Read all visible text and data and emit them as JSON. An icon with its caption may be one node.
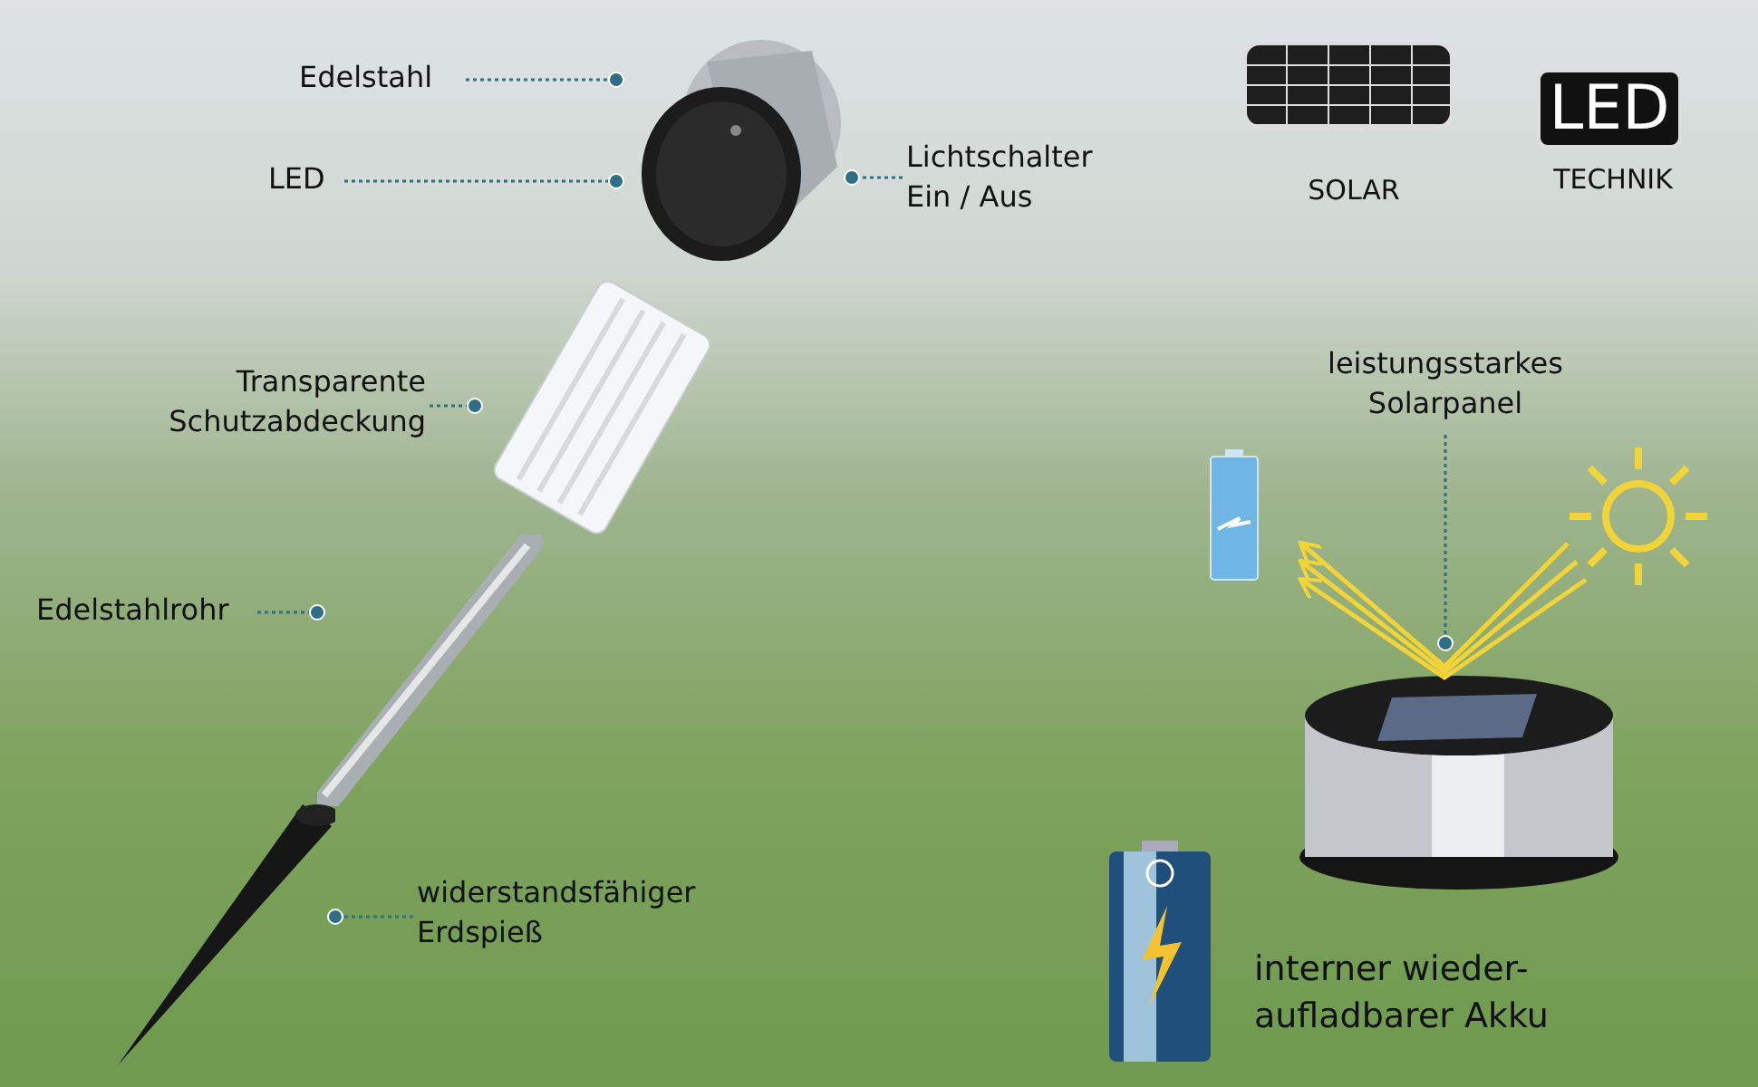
{
  "diagram": {
    "nodes": [
      {
        "text": [
          "Edelstahl"
        ]
      },
      {
        "text": [
          "LED"
        ]
      },
      {
        "text": [
          "Lichtschalter Ein / Aus"
        ]
      },
      {
        "text": [],
        "shape": "picture"
      },
      {
        "text": [
          "Transparente Schutzabdeckung"
        ]
      },
      {
        "text": [],
        "shape": "picture"
      },
      {
        "text": [
          "Edelstahlrohr"
        ]
      },
      {
        "text": [],
        "shape": "picture"
      },
      {
        "text": [
          "widerstandsfähiger Erdspieß"
        ]
      },
      {
        "text": [],
        "shape": "picture"
      },
      {
        "text": [
          "leistungsstarkes Solarpanel"
        ]
      },
      {
        "text": [],
        "shape": "picture"
      }
    ],
    "edges": [
      {
        "from": 0,
        "to": 3,
        "arrow": "other"
      },
      {
        "from": 1,
        "to": 3,
        "arrow": "other"
      },
      {
        "from": 2,
        "to": 3,
        "arrow": "other"
      },
      {
        "from": 4,
        "to": 5,
        "arrow": "other"
      },
      {
        "from": 6,
        "to": 7,
        "arrow": "other"
      },
      {
        "from": 8,
        "to": 9,
        "arrow": "other"
      },
      {
        "from": 10,
        "to": 11,
        "arrow": "other"
      }
    ],
    "labels": [
      "LED",
      "SOLAR",
      "TECHNIK",
      "interner wieder- aufladbarer Akku"
    ]
  }
}
